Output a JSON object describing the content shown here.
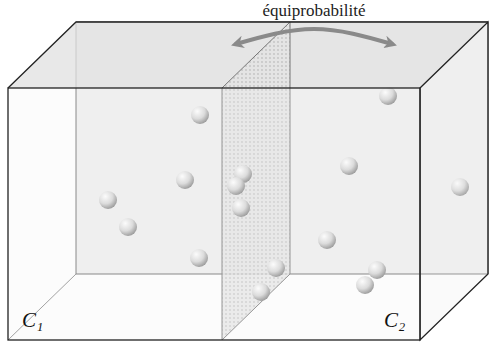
{
  "diagram": {
    "nodes": [
      {
        "text": [
          "C₁"
        ]
      },
      {
        "text": [
          "C₂"
        ]
      }
    ],
    "edges": [
      {
        "from": 0,
        "to": 1,
        "arrow": "both",
        "label": "équiprobabilité"
      }
    ]
  }
}
